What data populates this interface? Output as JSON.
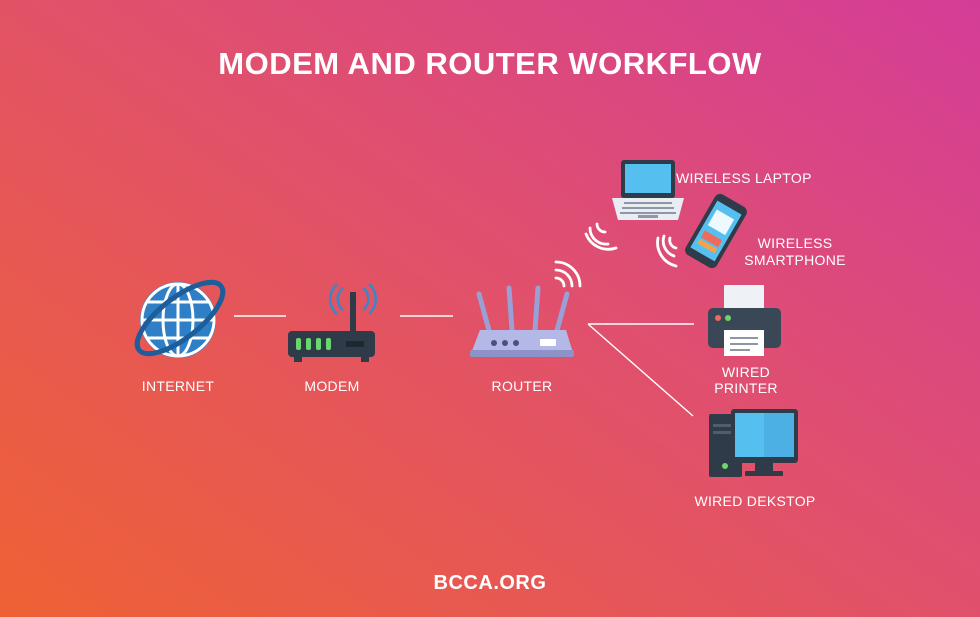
{
  "title": "MODEM AND ROUTER WORKFLOW",
  "nodes": {
    "internet": "INTERNET",
    "modem": "MODEM",
    "router": "ROUTER",
    "laptop": "WIRELESS LAPTOP",
    "smartphone_line1": "WIRELESS",
    "smartphone_line2": "SMARTPHONE",
    "printer_line1": "WIRED",
    "printer_line2": "PRINTER",
    "desktop": "WIRED DEKSTOP"
  },
  "footer": "BCCA.ORG",
  "colors": {
    "gradient_top_right": "#d43d97",
    "gradient_bottom_left": "#ef6134",
    "icon_dark": "#2f3b48",
    "icon_blue": "#2f7fc7",
    "screen_blue": "#55c0f0"
  },
  "icons": [
    "globe-icon",
    "modem-icon",
    "router-icon",
    "laptop-icon",
    "smartphone-icon",
    "printer-icon",
    "desktop-icon",
    "wifi-signal-icon"
  ]
}
